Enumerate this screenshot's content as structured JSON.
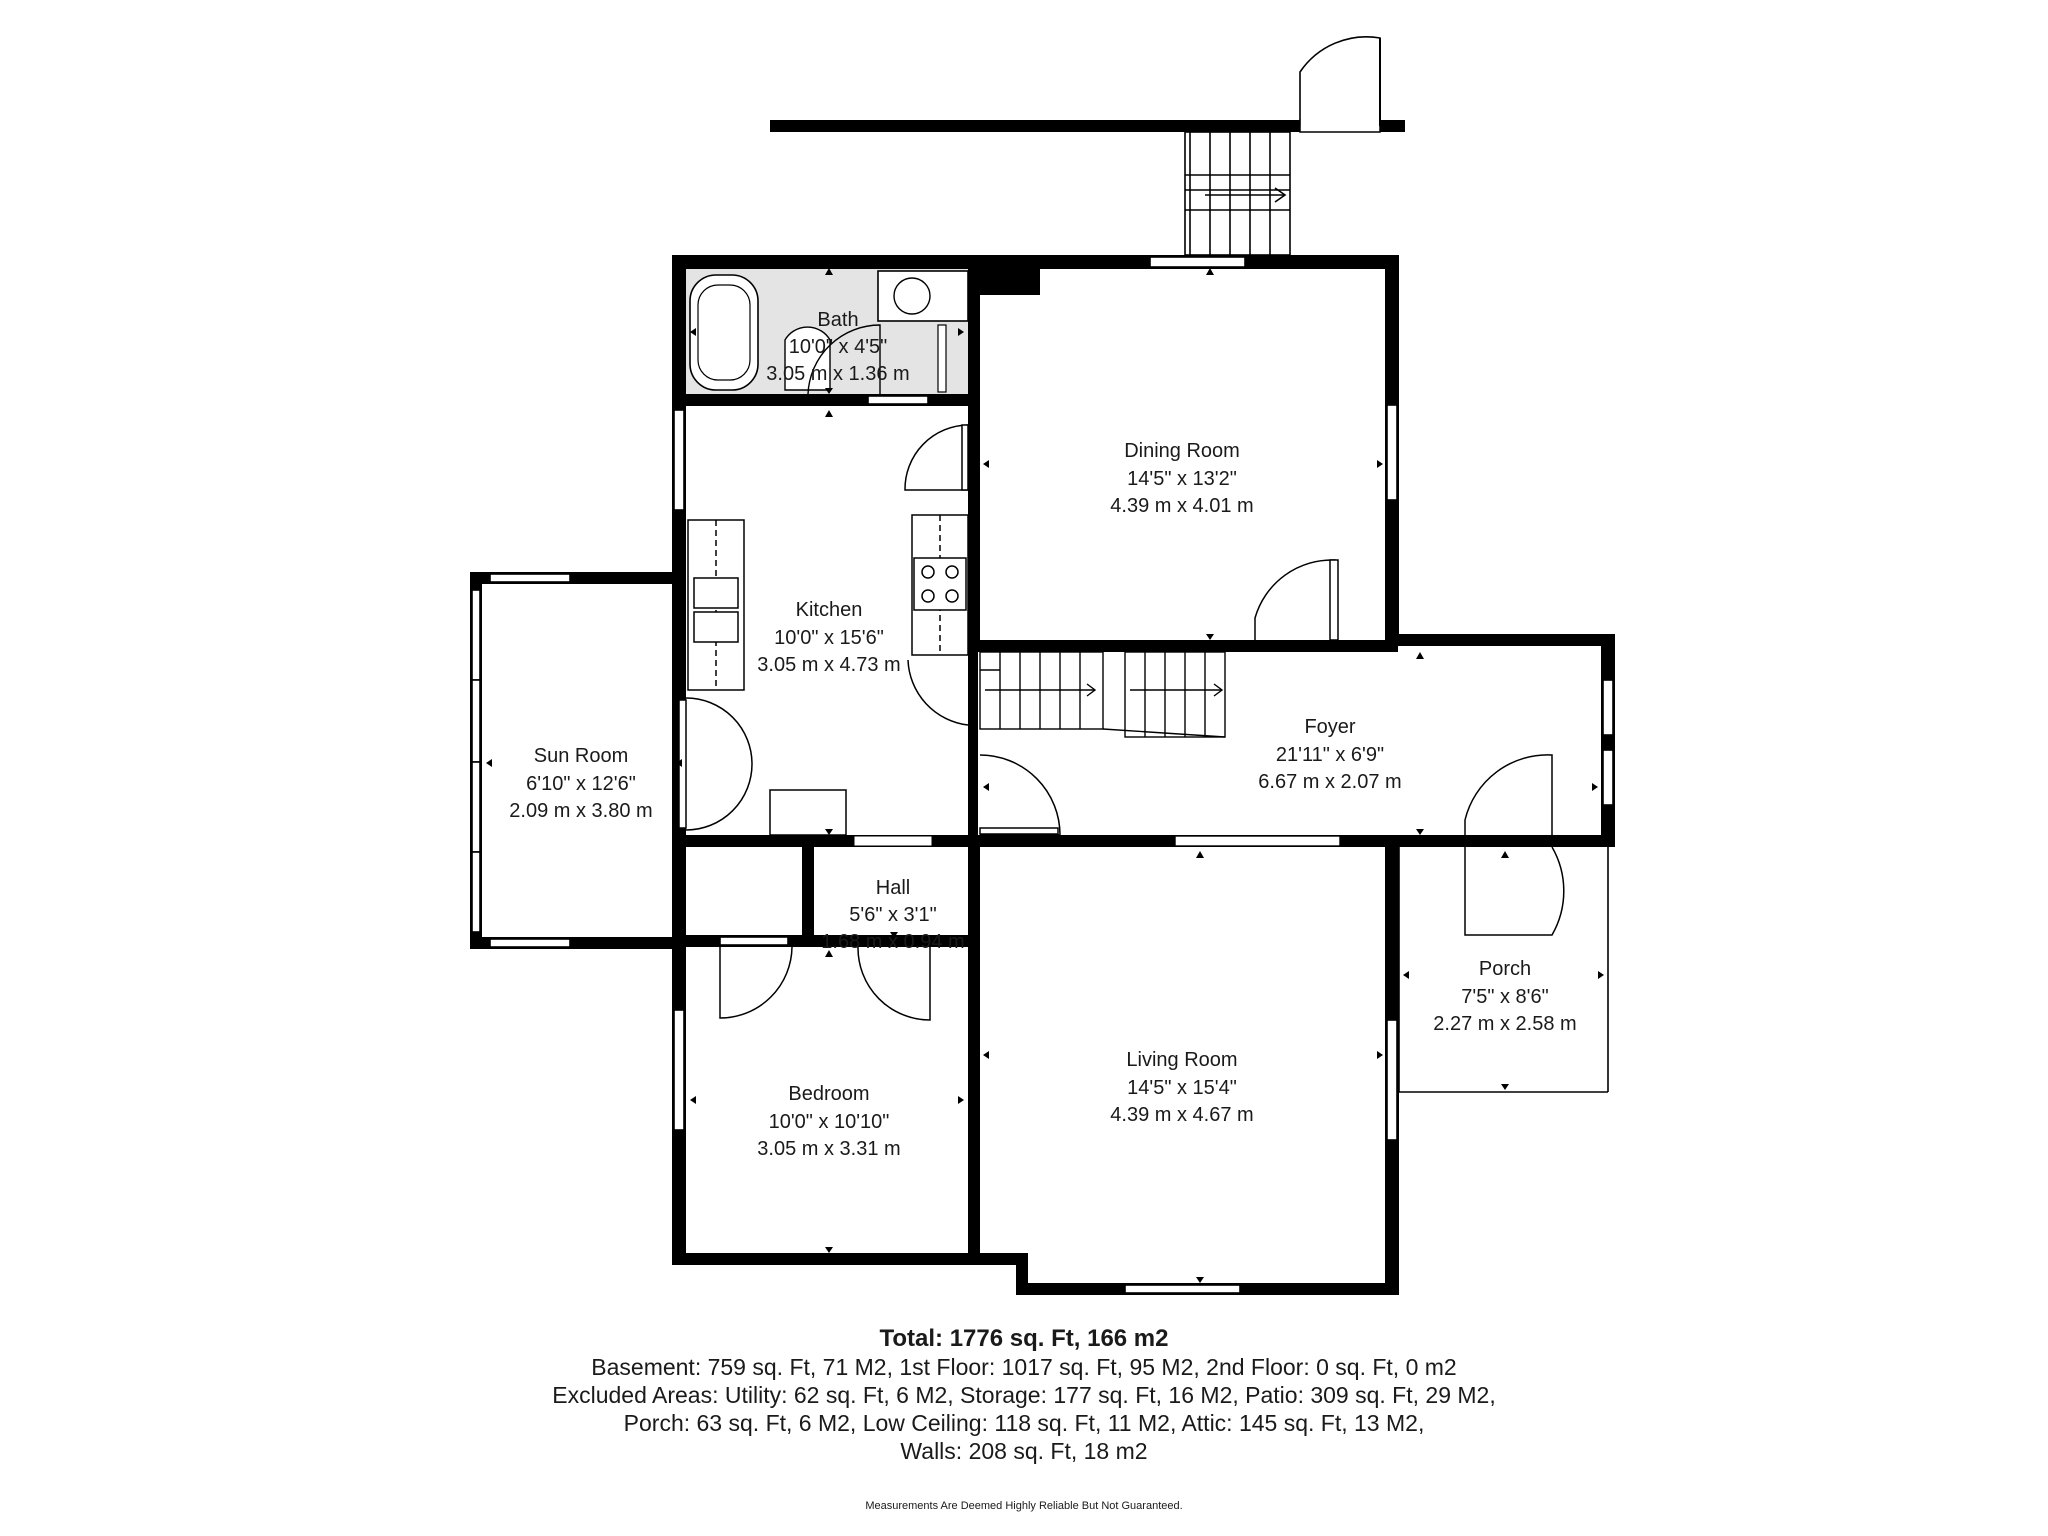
{
  "rooms": {
    "bath": {
      "name": "Bath",
      "imperial": "10'0\" x 4'5\"",
      "metric": "3.05 m x 1.36 m"
    },
    "dining_room": {
      "name": "Dining Room",
      "imperial": "14'5\" x 13'2\"",
      "metric": "4.39 m x 4.01 m"
    },
    "kitchen": {
      "name": "Kitchen",
      "imperial": "10'0\" x 15'6\"",
      "metric": "3.05 m x 4.73 m"
    },
    "sun_room": {
      "name": "Sun Room",
      "imperial": "6'10\" x 12'6\"",
      "metric": "2.09 m x 3.80 m"
    },
    "foyer": {
      "name": "Foyer",
      "imperial": "21'11\" x 6'9\"",
      "metric": "6.67 m x 2.07 m"
    },
    "hall": {
      "name": "Hall",
      "imperial": "5'6\" x 3'1\"",
      "metric": "1.68 m x 0.94 m"
    },
    "porch": {
      "name": "Porch",
      "imperial": "7'5\" x 8'6\"",
      "metric": "2.27 m x 2.58 m"
    },
    "living_room": {
      "name": "Living Room",
      "imperial": "14'5\" x 15'4\"",
      "metric": "4.39 m x 4.67 m"
    },
    "bedroom": {
      "name": "Bedroom",
      "imperial": "10'0\" x 10'10\"",
      "metric": "3.05 m x 3.31 m"
    }
  },
  "summary": {
    "total": "Total: 1776 sq. Ft, 166 m2",
    "lines": [
      "Basement: 759 sq. Ft, 71 M2, 1st Floor: 1017 sq. Ft, 95 M2, 2nd Floor: 0 sq. Ft, 0 m2",
      "Excluded Areas: Utility: 62 sq. Ft, 6 M2, Storage: 177 sq. Ft, 16 M2, Patio: 309 sq. Ft, 29 M2,",
      "Porch: 63 sq. Ft, 6 M2, Low Ceiling: 118 sq. Ft, 11 M2, Attic: 145 sq. Ft, 13 M2,",
      "Walls: 208 sq. Ft, 18 m2"
    ]
  },
  "disclaimer": "Measurements Are Deemed Highly Reliable But Not Guaranteed."
}
